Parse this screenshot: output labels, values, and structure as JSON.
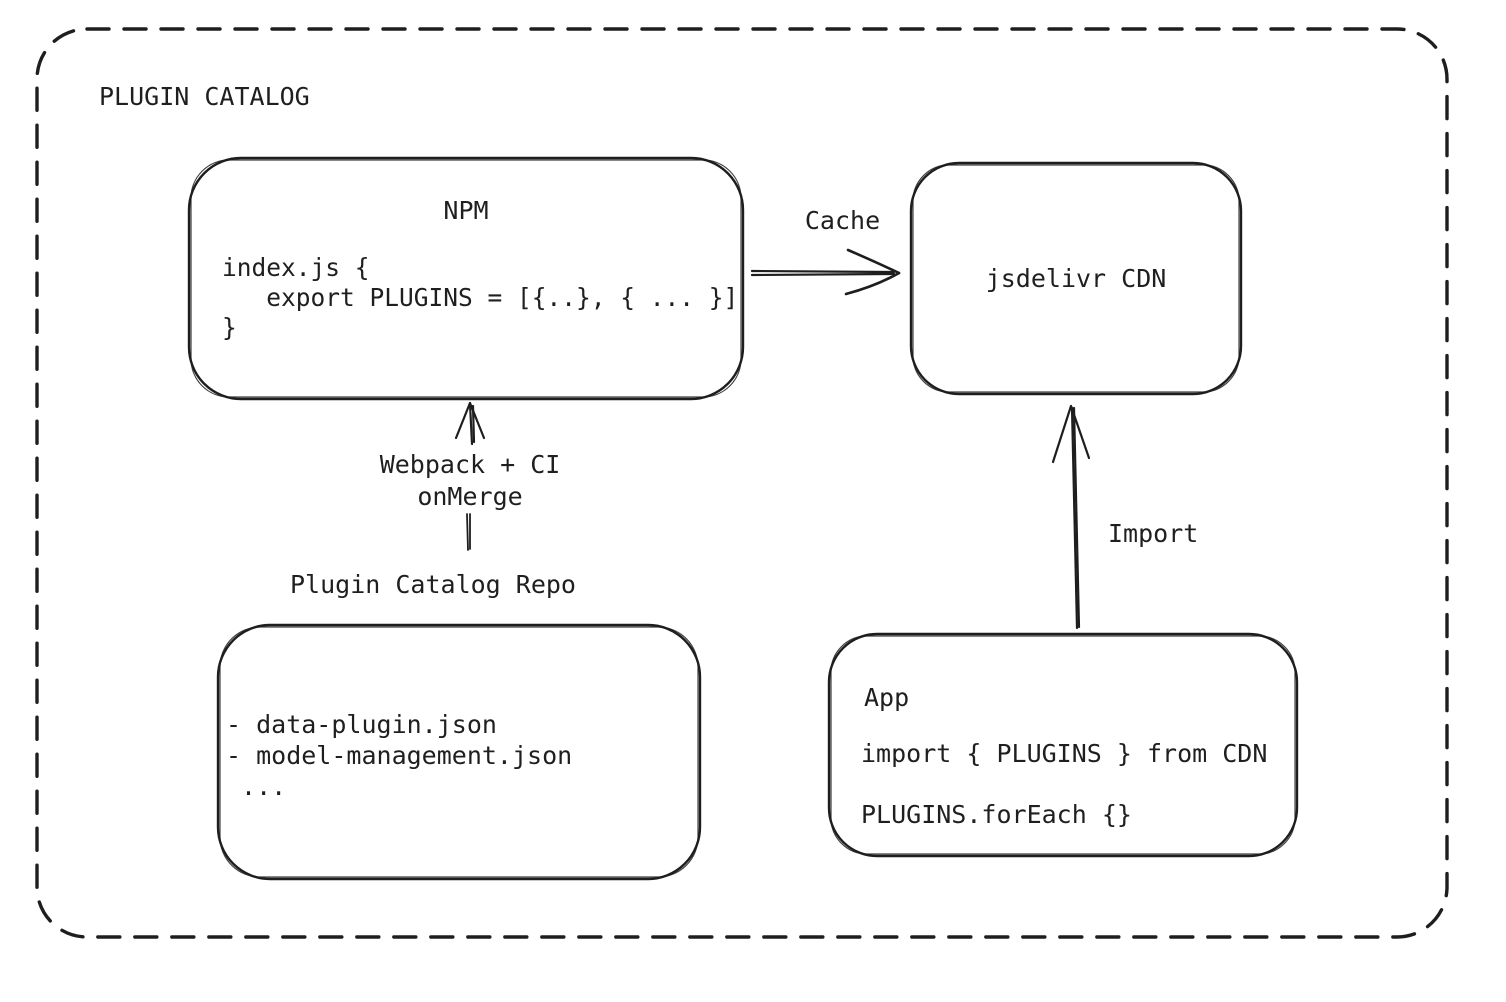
{
  "diagram": {
    "title": "PLUGIN CATALOG",
    "colors": {
      "stroke": "#1e1e1e",
      "text": "#1f1f1f",
      "background": "#ffffff"
    },
    "nodes": {
      "npm": {
        "title": "NPM",
        "code": "index.js {\n   export PLUGINS = [{..}, { ... }]\n}"
      },
      "cdn": {
        "title": "jsdelivr CDN"
      },
      "repo": {
        "title": "Plugin Catalog Repo",
        "items": [
          "- data-plugin.json",
          "- model-management.json",
          " ..."
        ]
      },
      "app": {
        "title": "App",
        "import_line": "import { PLUGINS } from CDN",
        "foreach_line": "PLUGINS.forEach {}"
      }
    },
    "edges": {
      "cache": {
        "label": "Cache"
      },
      "webpack": {
        "label_line1": "Webpack + CI",
        "label_line2": "onMerge"
      },
      "import_edge": {
        "label": "Import"
      }
    }
  }
}
